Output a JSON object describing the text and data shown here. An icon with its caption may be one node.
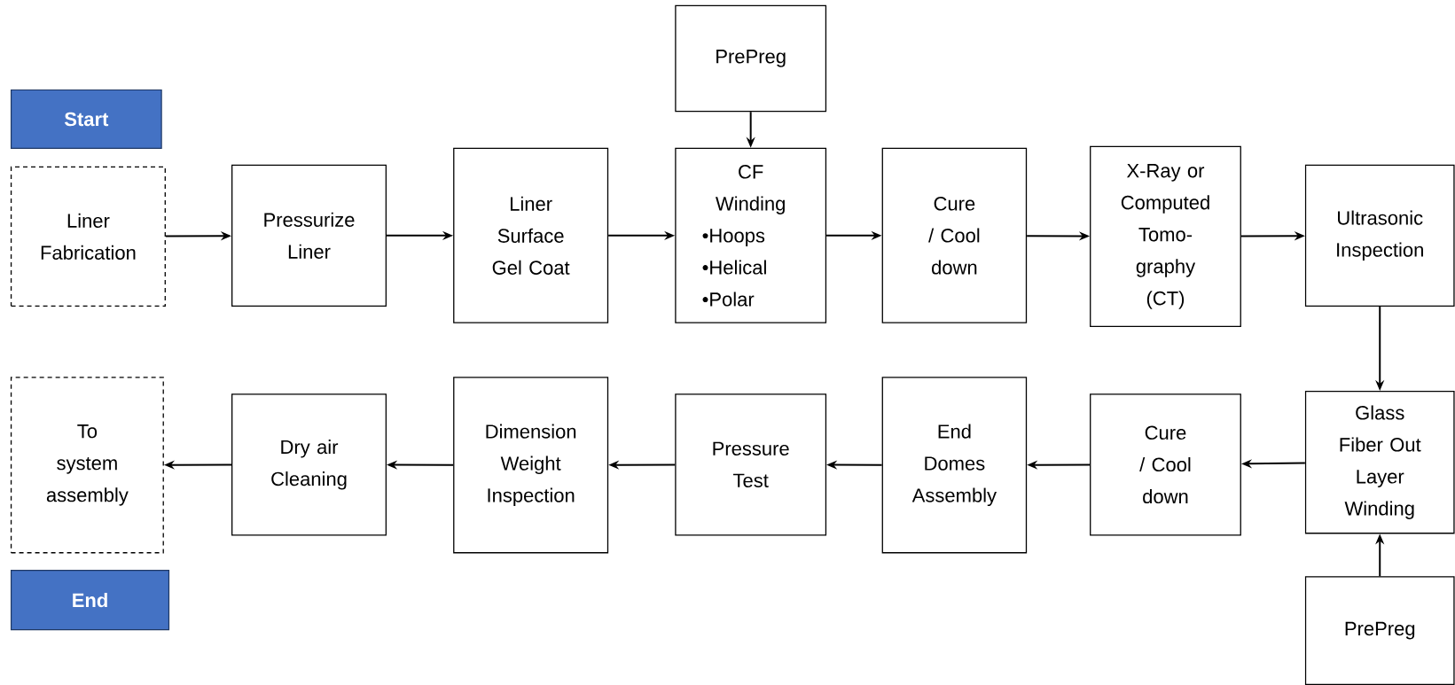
{
  "diagram": {
    "nodes": [
      {
        "text": [
          "Start"
        ]
      },
      {
        "text": [
          "Liner Fabrication"
        ]
      },
      {
        "text": [
          "Pressurize Liner"
        ]
      },
      {
        "text": [
          "Liner Surface Gel Coat"
        ]
      },
      {
        "text": [
          "PrePreg"
        ]
      },
      {
        "text": [
          "CF Winding",
          "•Hoops",
          "•Helical",
          "•Polar"
        ]
      },
      {
        "text": [
          "Cure / Cool down"
        ]
      },
      {
        "text": [
          "X-Ray or Computed Tomo-graphy (CT)"
        ]
      },
      {
        "text": [
          "Ultrasonic Inspection"
        ]
      },
      {
        "text": [
          "Glass Fiber Out Layer Winding"
        ]
      },
      {
        "text": [
          "PrePreg"
        ]
      },
      {
        "text": [
          "Cure / Cool down"
        ]
      },
      {
        "text": [
          "End Domes Assembly"
        ]
      },
      {
        "text": [
          "Pressure Test"
        ]
      },
      {
        "text": [
          "Dimension Weight Inspection"
        ]
      },
      {
        "text": [
          "Dry air Cleaning"
        ]
      },
      {
        "text": [
          "To system assembly"
        ]
      },
      {
        "text": [
          "End"
        ]
      }
    ],
    "edges": [
      {
        "from": 1,
        "to": 2,
        "arrow": "to"
      },
      {
        "from": 2,
        "to": 3,
        "arrow": "to"
      },
      {
        "from": 3,
        "to": 5,
        "arrow": "to"
      },
      {
        "from": 4,
        "to": 5,
        "arrow": "to"
      },
      {
        "from": 5,
        "to": 6,
        "arrow": "to"
      },
      {
        "from": 6,
        "to": 7,
        "arrow": "to"
      },
      {
        "from": 7,
        "to": 8,
        "arrow": "to"
      },
      {
        "from": 8,
        "to": 9,
        "arrow": "to"
      },
      {
        "from": 10,
        "to": 9,
        "arrow": "to"
      },
      {
        "from": 9,
        "to": 11,
        "arrow": "to"
      },
      {
        "from": 11,
        "to": 12,
        "arrow": "to"
      },
      {
        "from": 12,
        "to": 13,
        "arrow": "to"
      },
      {
        "from": 13,
        "to": 14,
        "arrow": "to"
      },
      {
        "from": 14,
        "to": 15,
        "arrow": "to"
      },
      {
        "from": 15,
        "to": 16,
        "arrow": "to"
      }
    ]
  }
}
